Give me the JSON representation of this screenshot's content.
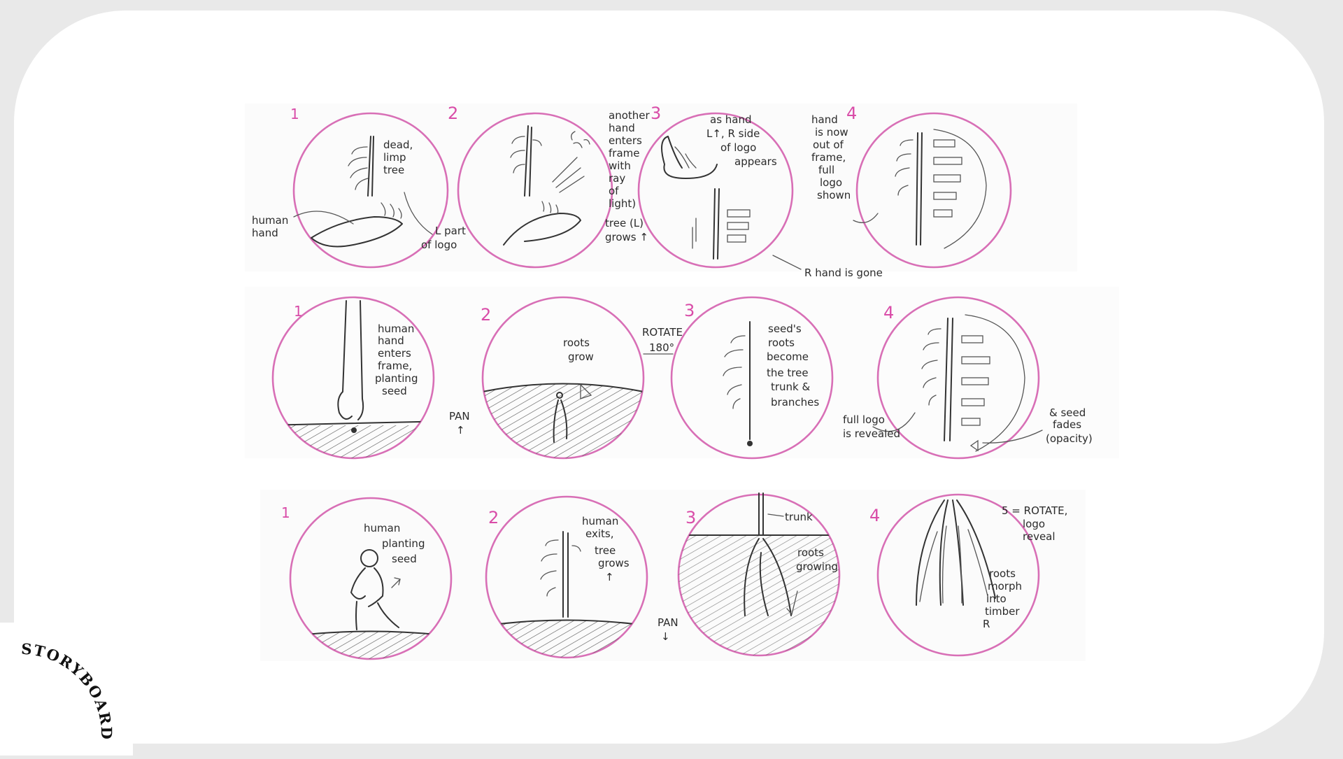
{
  "brand": {
    "label": "STORYBOARDS"
  },
  "rows": [
    {
      "panels": [
        {
          "number": "1",
          "notes": [
            "dead,",
            "limp",
            "tree",
            "human",
            "hand",
            "L part",
            "of logo"
          ]
        },
        {
          "number": "2",
          "notes": [
            "another",
            "hand",
            "enters",
            "frame",
            "with",
            "ray",
            "of",
            "light)",
            "tree (L)",
            "grows ↑"
          ]
        },
        {
          "number": "3",
          "notes": [
            "as hand",
            "L↑, R side",
            "of logo",
            "appears",
            "R hand is gone"
          ]
        },
        {
          "number": "4",
          "notes": [
            "hand",
            "is now",
            "out of",
            "frame,",
            "full",
            "logo",
            "shown"
          ]
        }
      ]
    },
    {
      "panels": [
        {
          "number": "1",
          "notes": [
            "human",
            "hand",
            "enters",
            "frame,",
            "planting",
            "seed",
            "PAN",
            "↑"
          ]
        },
        {
          "number": "2",
          "notes": [
            "roots",
            "grow",
            "ROTATE",
            "180°"
          ]
        },
        {
          "number": "3",
          "notes": [
            "seed's",
            "roots",
            "become",
            "the tree",
            "trunk &",
            "branches"
          ]
        },
        {
          "number": "4",
          "notes": [
            "full logo",
            "is revealed",
            "& seed",
            "fades",
            "(opacity)"
          ]
        }
      ]
    },
    {
      "panels": [
        {
          "number": "1",
          "notes": [
            "human",
            "planting",
            "seed"
          ]
        },
        {
          "number": "2",
          "notes": [
            "human",
            "exits,",
            "tree",
            "grows",
            "↑",
            "PAN",
            "↓"
          ]
        },
        {
          "number": "3",
          "notes": [
            "trunk",
            "roots",
            "growing"
          ]
        },
        {
          "number": "4",
          "notes": [
            "5 = ROTATE,",
            "logo",
            "reveal",
            "roots",
            "morph",
            "into",
            "timber",
            "R"
          ]
        }
      ]
    }
  ]
}
